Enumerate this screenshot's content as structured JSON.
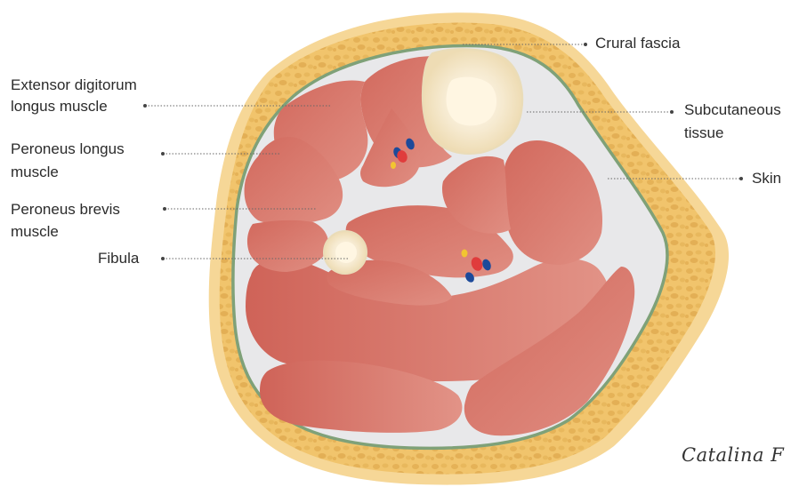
{
  "colors": {
    "skin_fill": "#f1c46c",
    "skin_edge": "#f5d798",
    "fat_blob": "#e7b65a",
    "fascia": "#7fa178",
    "interstitial": "#e7e7ea",
    "muscle": "#d7786a",
    "muscle_dark": "#c55f55",
    "bone_outer": "#f3e6c8",
    "bone_inner": "#fff7e7",
    "artery": "#e03c3c",
    "vein": "#1d4a9a",
    "nerve": "#f2c531",
    "leader": "#666666"
  },
  "labels": {
    "crural_fascia": "Crural fascia",
    "edl_line1": "Extensor digitorum",
    "edl_line2": "longus muscle",
    "subcutaneous_line1": "Subcutaneous",
    "subcutaneous_line2": "tissue",
    "peroneus_longus_line1": "Peroneus longus",
    "peroneus_longus_line2": "muscle",
    "skin": "Skin",
    "peroneus_brevis_line1": "Peroneus brevis",
    "peroneus_brevis_line2": "muscle",
    "fibula": "Fibula"
  },
  "signature": "Catalina F"
}
